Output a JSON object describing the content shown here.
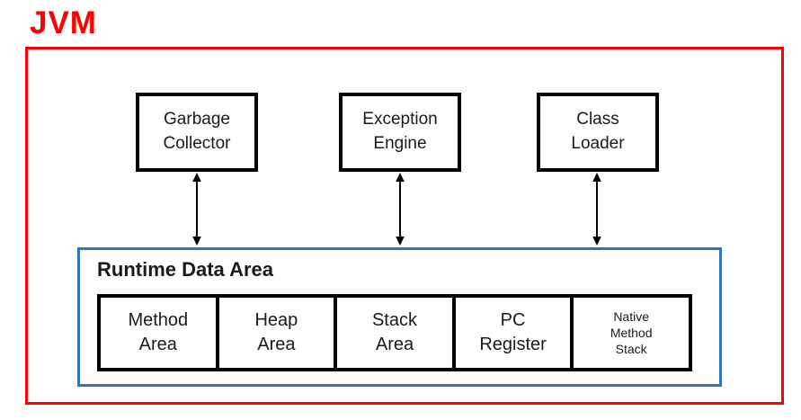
{
  "title": "JVM",
  "colors": {
    "accent_red": "#ff0000",
    "accent_blue": "#2e75b6",
    "box_border_black": "#000000"
  },
  "top_components": [
    {
      "label": "Garbage\nCollector"
    },
    {
      "label": "Exception\nEngine"
    },
    {
      "label": "Class\nLoader"
    }
  ],
  "connectors": [
    {
      "type": "double-headed-vertical-arrow"
    },
    {
      "type": "double-headed-vertical-arrow"
    },
    {
      "type": "double-headed-vertical-arrow"
    }
  ],
  "runtime_data_area": {
    "title": "Runtime Data Area",
    "areas": [
      {
        "label": "Method\nArea"
      },
      {
        "label": "Heap\nArea"
      },
      {
        "label": "Stack\nArea"
      },
      {
        "label": "PC\nRegister"
      },
      {
        "label": "Native\nMethod\nStack"
      }
    ]
  }
}
